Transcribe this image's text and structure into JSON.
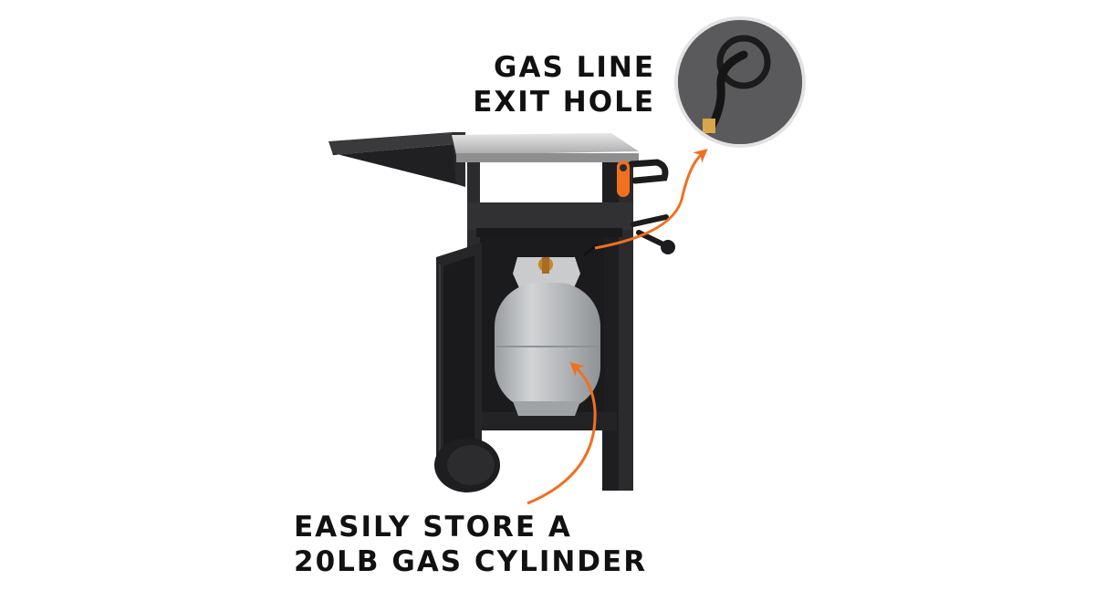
{
  "callouts": {
    "gas_line": [
      "GAS LINE",
      "EXIT HOLE"
    ],
    "storage": [
      "EASILY STORE A",
      "20LB GAS CYLINDER"
    ]
  },
  "colors": {
    "accent": "#F07020",
    "cart_body": "#2B2B2D",
    "stainless_top": "#C8C8C8",
    "tank": "#B9BCBE",
    "text": "#111111"
  }
}
